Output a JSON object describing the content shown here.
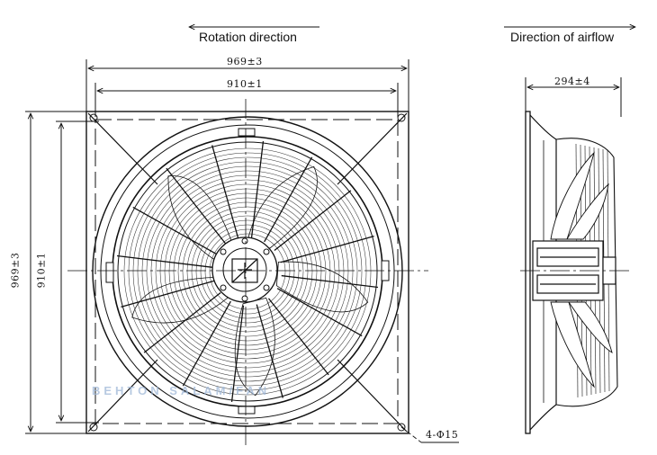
{
  "titles": {
    "rotation": "Rotation direction",
    "airflow": "Direction of airflow"
  },
  "dimensions": {
    "outer_width": "969±3",
    "inner_width": "910±1",
    "outer_height": "969±3",
    "inner_height": "910±1",
    "depth": "294±4",
    "holes": "4-Φ15"
  },
  "watermark": "BEHTON SALAM/FAN",
  "colors": {
    "line": "#111111",
    "watermark": "#9fb8d8"
  }
}
